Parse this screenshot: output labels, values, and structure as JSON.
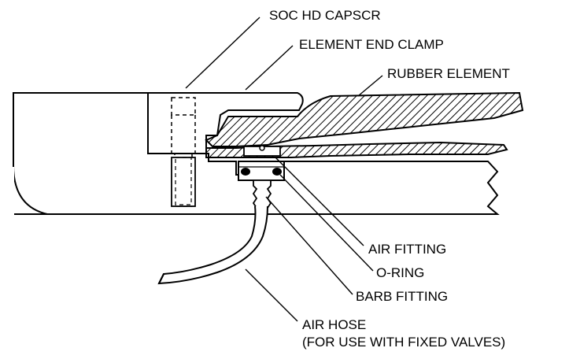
{
  "labels": {
    "soc_hd_capscr": "SOC HD CAPSCR",
    "element_end_clamp": "ELEMENT END CLAMP",
    "rubber_element": "RUBBER ELEMENT",
    "air_fitting": "AIR FITTING",
    "o_ring": "O-RING",
    "barb_fitting": "BARB FITTING",
    "air_hose": "AIR HOSE",
    "air_hose_note": "(FOR USE WITH FIXED VALVES)"
  }
}
